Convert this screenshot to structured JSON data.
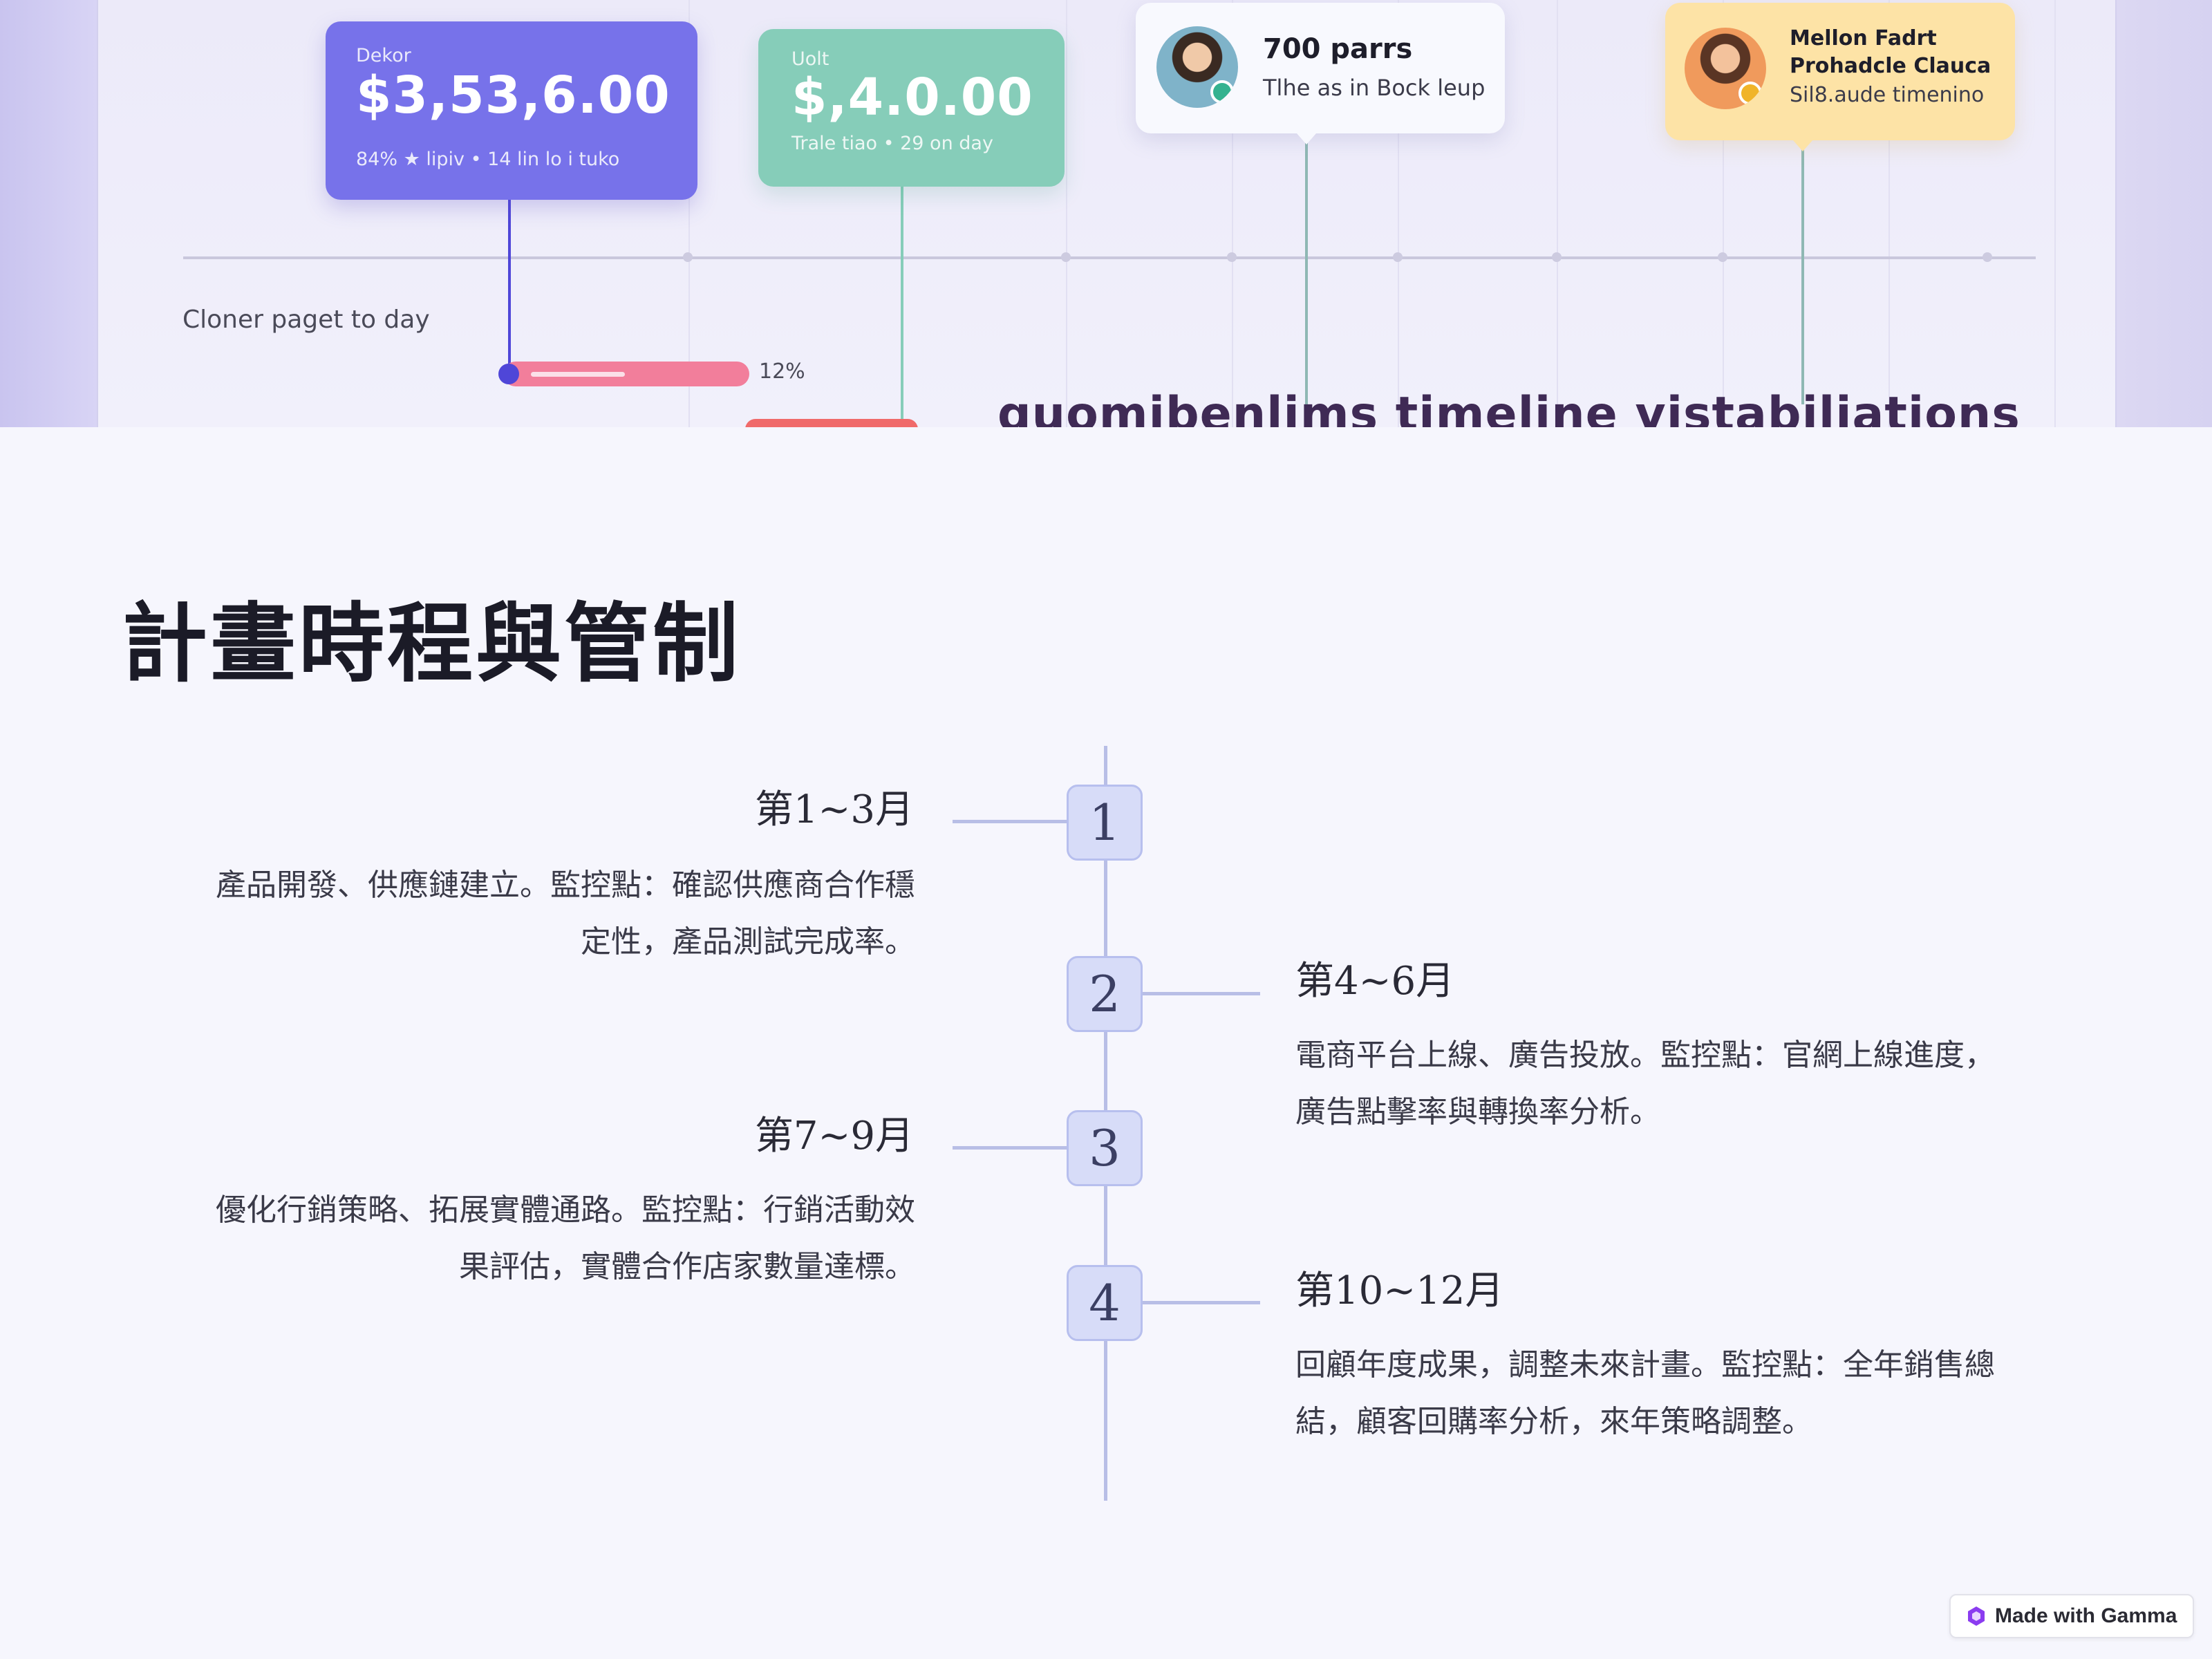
{
  "hero": {
    "cards": [
      {
        "label": "Dekor",
        "value": "$3,53,6.00",
        "sub": "84% ★ lipiv  •  14 lin lo i tuko"
      },
      {
        "label": "Uolt",
        "value": "$,4.0.00",
        "sub": "Trale tiao  •  29 on day"
      }
    ],
    "profile_cards": [
      {
        "title": "700 parrs",
        "subtitle": "Tlhe as in Bock leup"
      },
      {
        "title": "Mellon Fadrt",
        "title2": "Prohadcle Clauca",
        "subtitle": "Sil8.aude timenino"
      }
    ],
    "row_label": "Cloner paget to day",
    "progress_percent": "12%",
    "progress_value": 0.12,
    "caption": "quomibenlims timeline vistabiliations",
    "colors": {
      "purple": "#7772ea",
      "teal": "#86cdb9",
      "pink": "#f27e9b",
      "yellow": "#fde3a6"
    }
  },
  "slide": {
    "title": "計畫時程與管制",
    "timeline": [
      {
        "number": "1",
        "period": "第1~3月",
        "side": "left",
        "desc_line1": "產品開發、供應鏈建立。監控點：確認供應商合作穩",
        "desc_line2": "定性，產品測試完成率。"
      },
      {
        "number": "2",
        "period": "第4~6月",
        "side": "right",
        "desc_line1": "電商平台上線、廣告投放。監控點：官網上線進度，",
        "desc_line2": "廣告點擊率與轉換率分析。"
      },
      {
        "number": "3",
        "period": "第7~9月",
        "side": "left",
        "desc_line1": "優化行銷策略、拓展實體通路。監控點：行銷活動效",
        "desc_line2": "果評估，實體合作店家數量達標。"
      },
      {
        "number": "4",
        "period": "第10~12月",
        "side": "right",
        "desc_line1": "回顧年度成果，調整未來計畫。監控點：全年銷售總",
        "desc_line2": "結，顧客回購率分析，來年策略調整。"
      }
    ]
  },
  "badge": {
    "label": "Made with Gamma",
    "icon": "gamma-logo-icon"
  }
}
